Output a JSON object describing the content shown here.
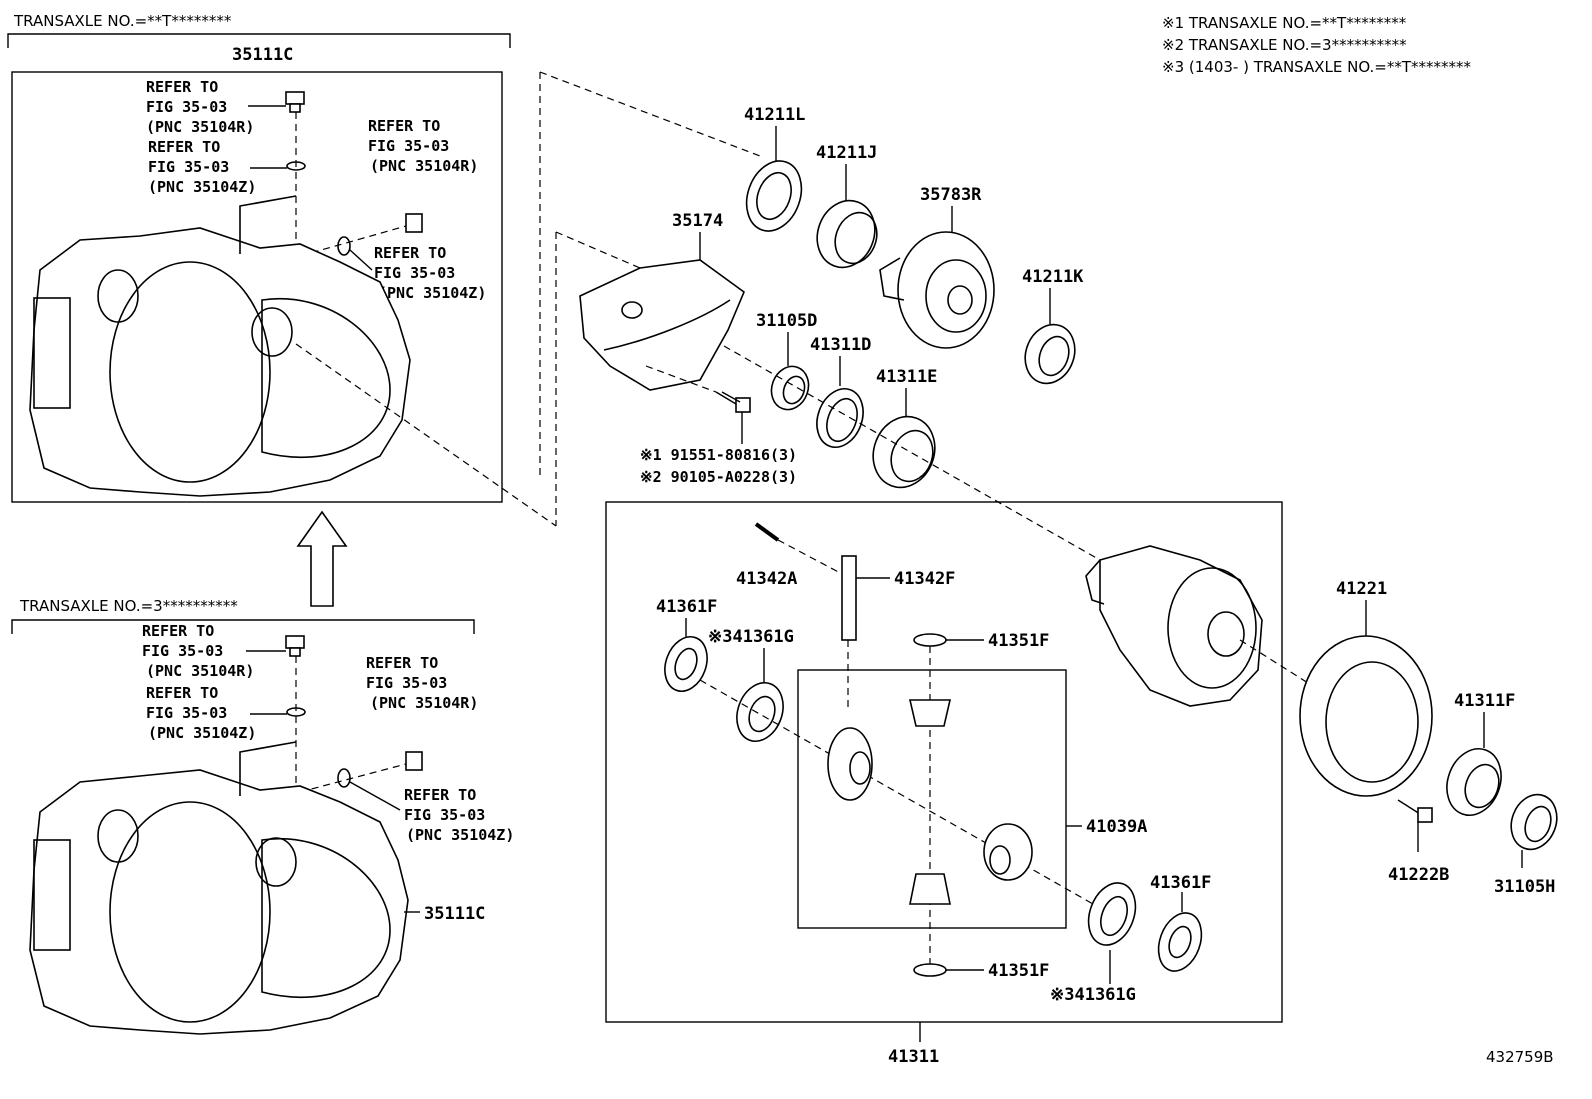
{
  "diagram_id": "432759B",
  "notes": [
    "※1 TRANSAXLE NO.=**T********",
    "※2 TRANSAXLE NO.=3**********",
    "※3 (1403-     ) TRANSAXLE NO.=**T********"
  ],
  "variant_top": {
    "label": "TRANSAXLE NO.=**T********",
    "part": "35111C"
  },
  "variant_bottom": {
    "label": "TRANSAXLE NO.=3**********",
    "part": "35111C"
  },
  "refer": {
    "r1": [
      "REFER TO",
      "FIG 35-03",
      "(PNC 35104R)"
    ],
    "r2": [
      "REFER TO",
      "FIG 35-03",
      "(PNC 35104Z)"
    ],
    "r3": [
      "REFER TO",
      "FIG 35-03",
      "(PNC 35104R)"
    ],
    "r4": [
      "REFER TO",
      "FIG 35-03",
      "(PNC 35104Z)"
    ]
  },
  "parts": {
    "p41211L": "41211L",
    "p41211J": "41211J",
    "p35783R": "35783R",
    "p41211K": "41211K",
    "p35174": "35174",
    "p31105D": "31105D",
    "p41311D": "41311D",
    "p41311E": "41311E",
    "bolt1": "※1 91551-80816(3)",
    "bolt2": "※2 90105-A0228(3)",
    "p41342A": "41342A",
    "p41342F": "41342F",
    "p41361F_a": "41361F",
    "p41361G_a": "※341361G",
    "p41351F_a": "41351F",
    "p41039A": "41039A",
    "p41351F_b": "41351F",
    "p41361F_b": "41361F",
    "p41361G_b": "※341361G",
    "p41311": "41311",
    "p41221": "41221",
    "p41311F": "41311F",
    "p41222B": "41222B",
    "p31105H": "31105H"
  }
}
